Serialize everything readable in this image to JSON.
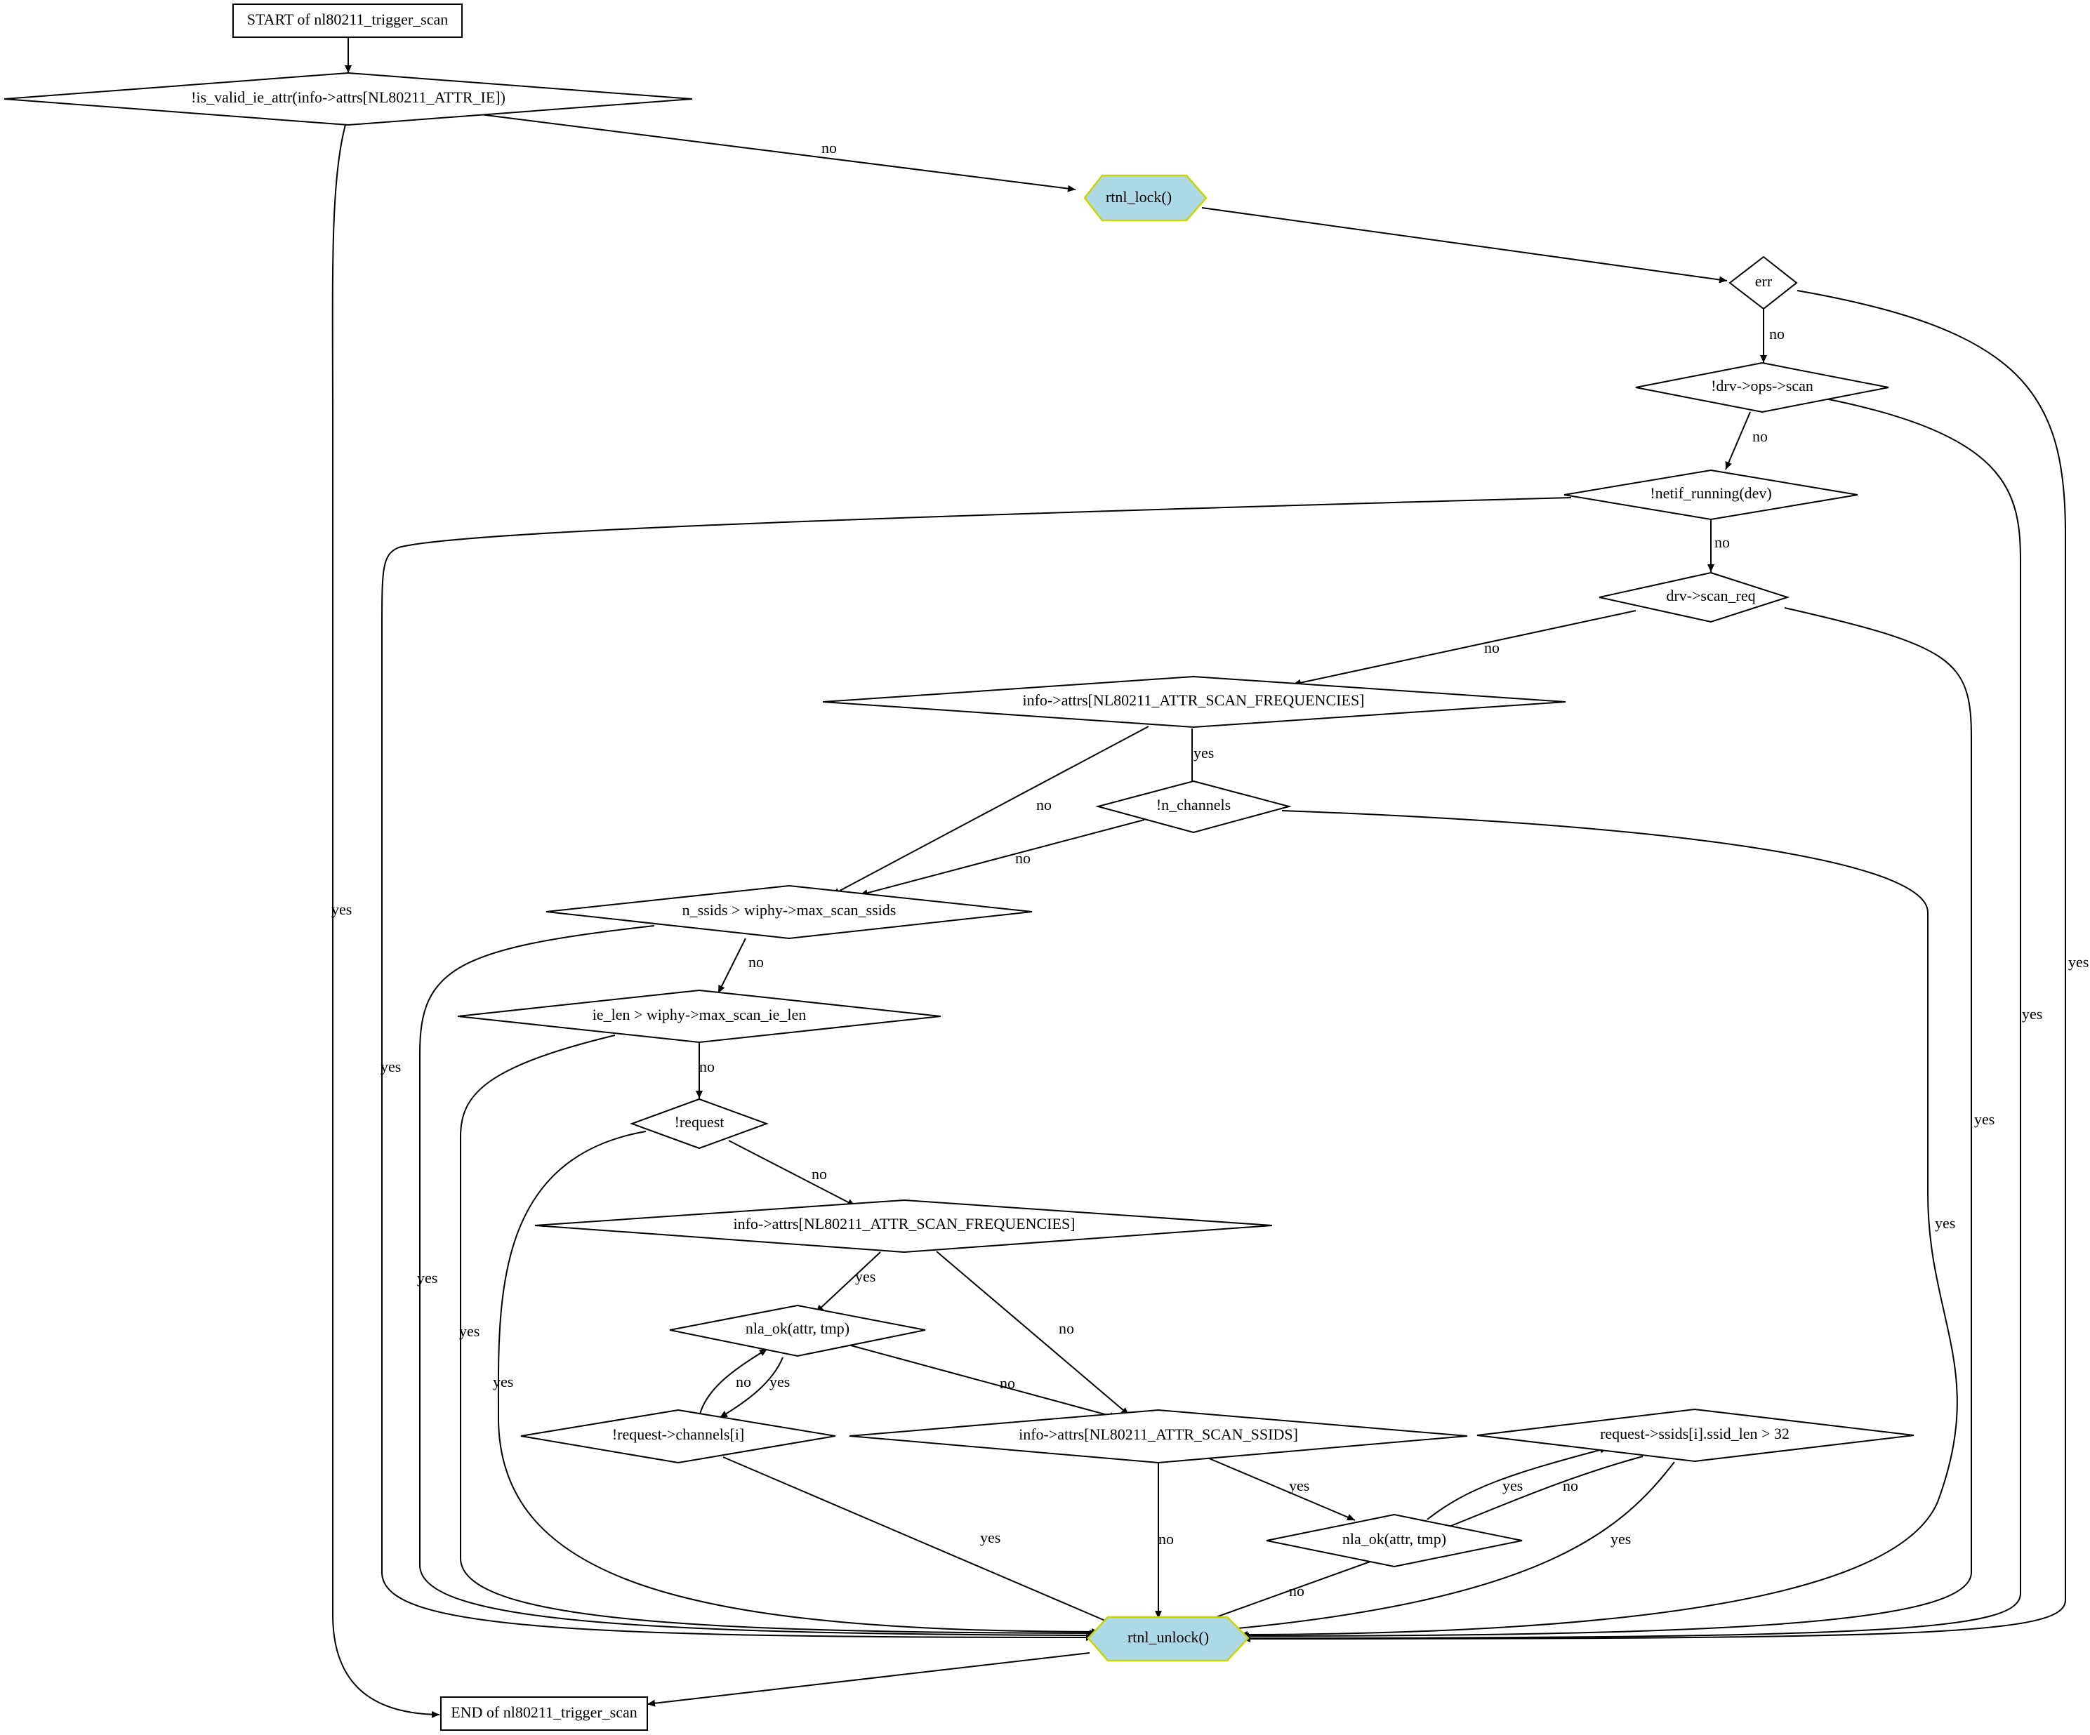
{
  "diagram": {
    "title": "nl80211_trigger_scan",
    "nodes": {
      "start": "START of nl80211_trigger_scan",
      "valid_ie": "!is_valid_ie_attr(info->attrs[NL80211_ATTR_IE])",
      "rtnl_lock": "rtnl_lock()",
      "err": "err",
      "ops_scan": "!drv->ops->scan",
      "netif": "!netif_running(dev)",
      "scan_req": "drv->scan_req",
      "freq1": "info->attrs[NL80211_ATTR_SCAN_FREQUENCIES]",
      "n_channels": "!n_channels",
      "n_ssids": "n_ssids > wiphy->max_scan_ssids",
      "ie_len": "ie_len > wiphy->max_scan_ie_len",
      "request": "!request",
      "freq2": "info->attrs[NL80211_ATTR_SCAN_FREQUENCIES]",
      "nla_ok1": "nla_ok(attr, tmp)",
      "channels": "!request->channels[i]",
      "ssids": "info->attrs[NL80211_ATTR_SCAN_SSIDS]",
      "ssid_len": "request->ssids[i].ssid_len > 32",
      "nla_ok2": "nla_ok(attr, tmp)",
      "rtnl_unlock": "rtnl_unlock()",
      "end": "END of nl80211_trigger_scan"
    },
    "edges": [
      {
        "from": "start",
        "to": "valid_ie",
        "label": ""
      },
      {
        "from": "valid_ie",
        "to": "rtnl_lock",
        "label": "no"
      },
      {
        "from": "valid_ie",
        "to": "end",
        "label": "yes"
      },
      {
        "from": "rtnl_lock",
        "to": "err",
        "label": ""
      },
      {
        "from": "err",
        "to": "ops_scan",
        "label": "no"
      },
      {
        "from": "err",
        "to": "rtnl_unlock",
        "label": "yes"
      },
      {
        "from": "ops_scan",
        "to": "netif",
        "label": "no"
      },
      {
        "from": "ops_scan",
        "to": "rtnl_unlock",
        "label": "yes"
      },
      {
        "from": "netif",
        "to": "scan_req",
        "label": "no"
      },
      {
        "from": "netif",
        "to": "rtnl_unlock",
        "label": "yes"
      },
      {
        "from": "scan_req",
        "to": "freq1",
        "label": "no"
      },
      {
        "from": "scan_req",
        "to": "rtnl_unlock",
        "label": "yes"
      },
      {
        "from": "freq1",
        "to": "n_channels",
        "label": "yes"
      },
      {
        "from": "freq1",
        "to": "n_ssids",
        "label": "no"
      },
      {
        "from": "n_channels",
        "to": "n_ssids",
        "label": "no"
      },
      {
        "from": "n_channels",
        "to": "rtnl_unlock",
        "label": "yes"
      },
      {
        "from": "n_ssids",
        "to": "ie_len",
        "label": "no"
      },
      {
        "from": "n_ssids",
        "to": "rtnl_unlock",
        "label": "yes"
      },
      {
        "from": "ie_len",
        "to": "request",
        "label": "no"
      },
      {
        "from": "ie_len",
        "to": "rtnl_unlock",
        "label": "yes"
      },
      {
        "from": "request",
        "to": "freq2",
        "label": "no"
      },
      {
        "from": "request",
        "to": "rtnl_unlock",
        "label": "yes"
      },
      {
        "from": "freq2",
        "to": "nla_ok1",
        "label": "yes"
      },
      {
        "from": "freq2",
        "to": "ssids",
        "label": "no"
      },
      {
        "from": "nla_ok1",
        "to": "channels",
        "label": "yes"
      },
      {
        "from": "nla_ok1",
        "to": "ssids",
        "label": "no"
      },
      {
        "from": "channels",
        "to": "nla_ok1",
        "label": "no"
      },
      {
        "from": "channels",
        "to": "rtnl_unlock",
        "label": "yes"
      },
      {
        "from": "ssids",
        "to": "nla_ok2",
        "label": "yes"
      },
      {
        "from": "ssids",
        "to": "rtnl_unlock",
        "label": "no"
      },
      {
        "from": "nla_ok2",
        "to": "ssid_len",
        "label": "yes"
      },
      {
        "from": "nla_ok2",
        "to": "rtnl_unlock",
        "label": "no"
      },
      {
        "from": "ssid_len",
        "to": "nla_ok2",
        "label": "no"
      },
      {
        "from": "ssid_len",
        "to": "rtnl_unlock",
        "label": "yes"
      },
      {
        "from": "rtnl_unlock",
        "to": "end",
        "label": ""
      }
    ]
  },
  "colors": {
    "highlight_fill": "#add8e6",
    "highlight_stroke": "#c9d400",
    "line": "#000000"
  }
}
